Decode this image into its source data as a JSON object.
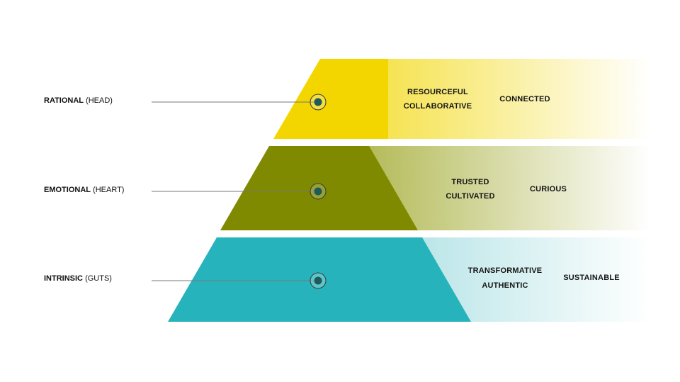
{
  "layers": [
    {
      "name": "RATIONAL",
      "qualifier": "(HEAD)",
      "color": "#f3d600",
      "fade_color": "#f3dc26",
      "words_left": [
        "RESOURCEFUL",
        "COLLABORATIVE"
      ],
      "word_right": "CONNECTED"
    },
    {
      "name": "EMOTIONAL",
      "qualifier": "(HEART)",
      "color": "#7f8a00",
      "fade_color": "#9aa31f",
      "words_left": [
        "TRUSTED",
        "CULTIVATED"
      ],
      "word_right": "CURIOUS"
    },
    {
      "name": "INTRINSIC",
      "qualifier": "(GUTS)",
      "color": "#27b3bb",
      "fade_color": "#7fcfd4",
      "words_left": [
        "TRANSFORMATIVE",
        "AUTHENTIC"
      ],
      "word_right": "SUSTAINABLE"
    }
  ],
  "marker_color": "#1e5a5a",
  "leader_line_color": "#777777"
}
